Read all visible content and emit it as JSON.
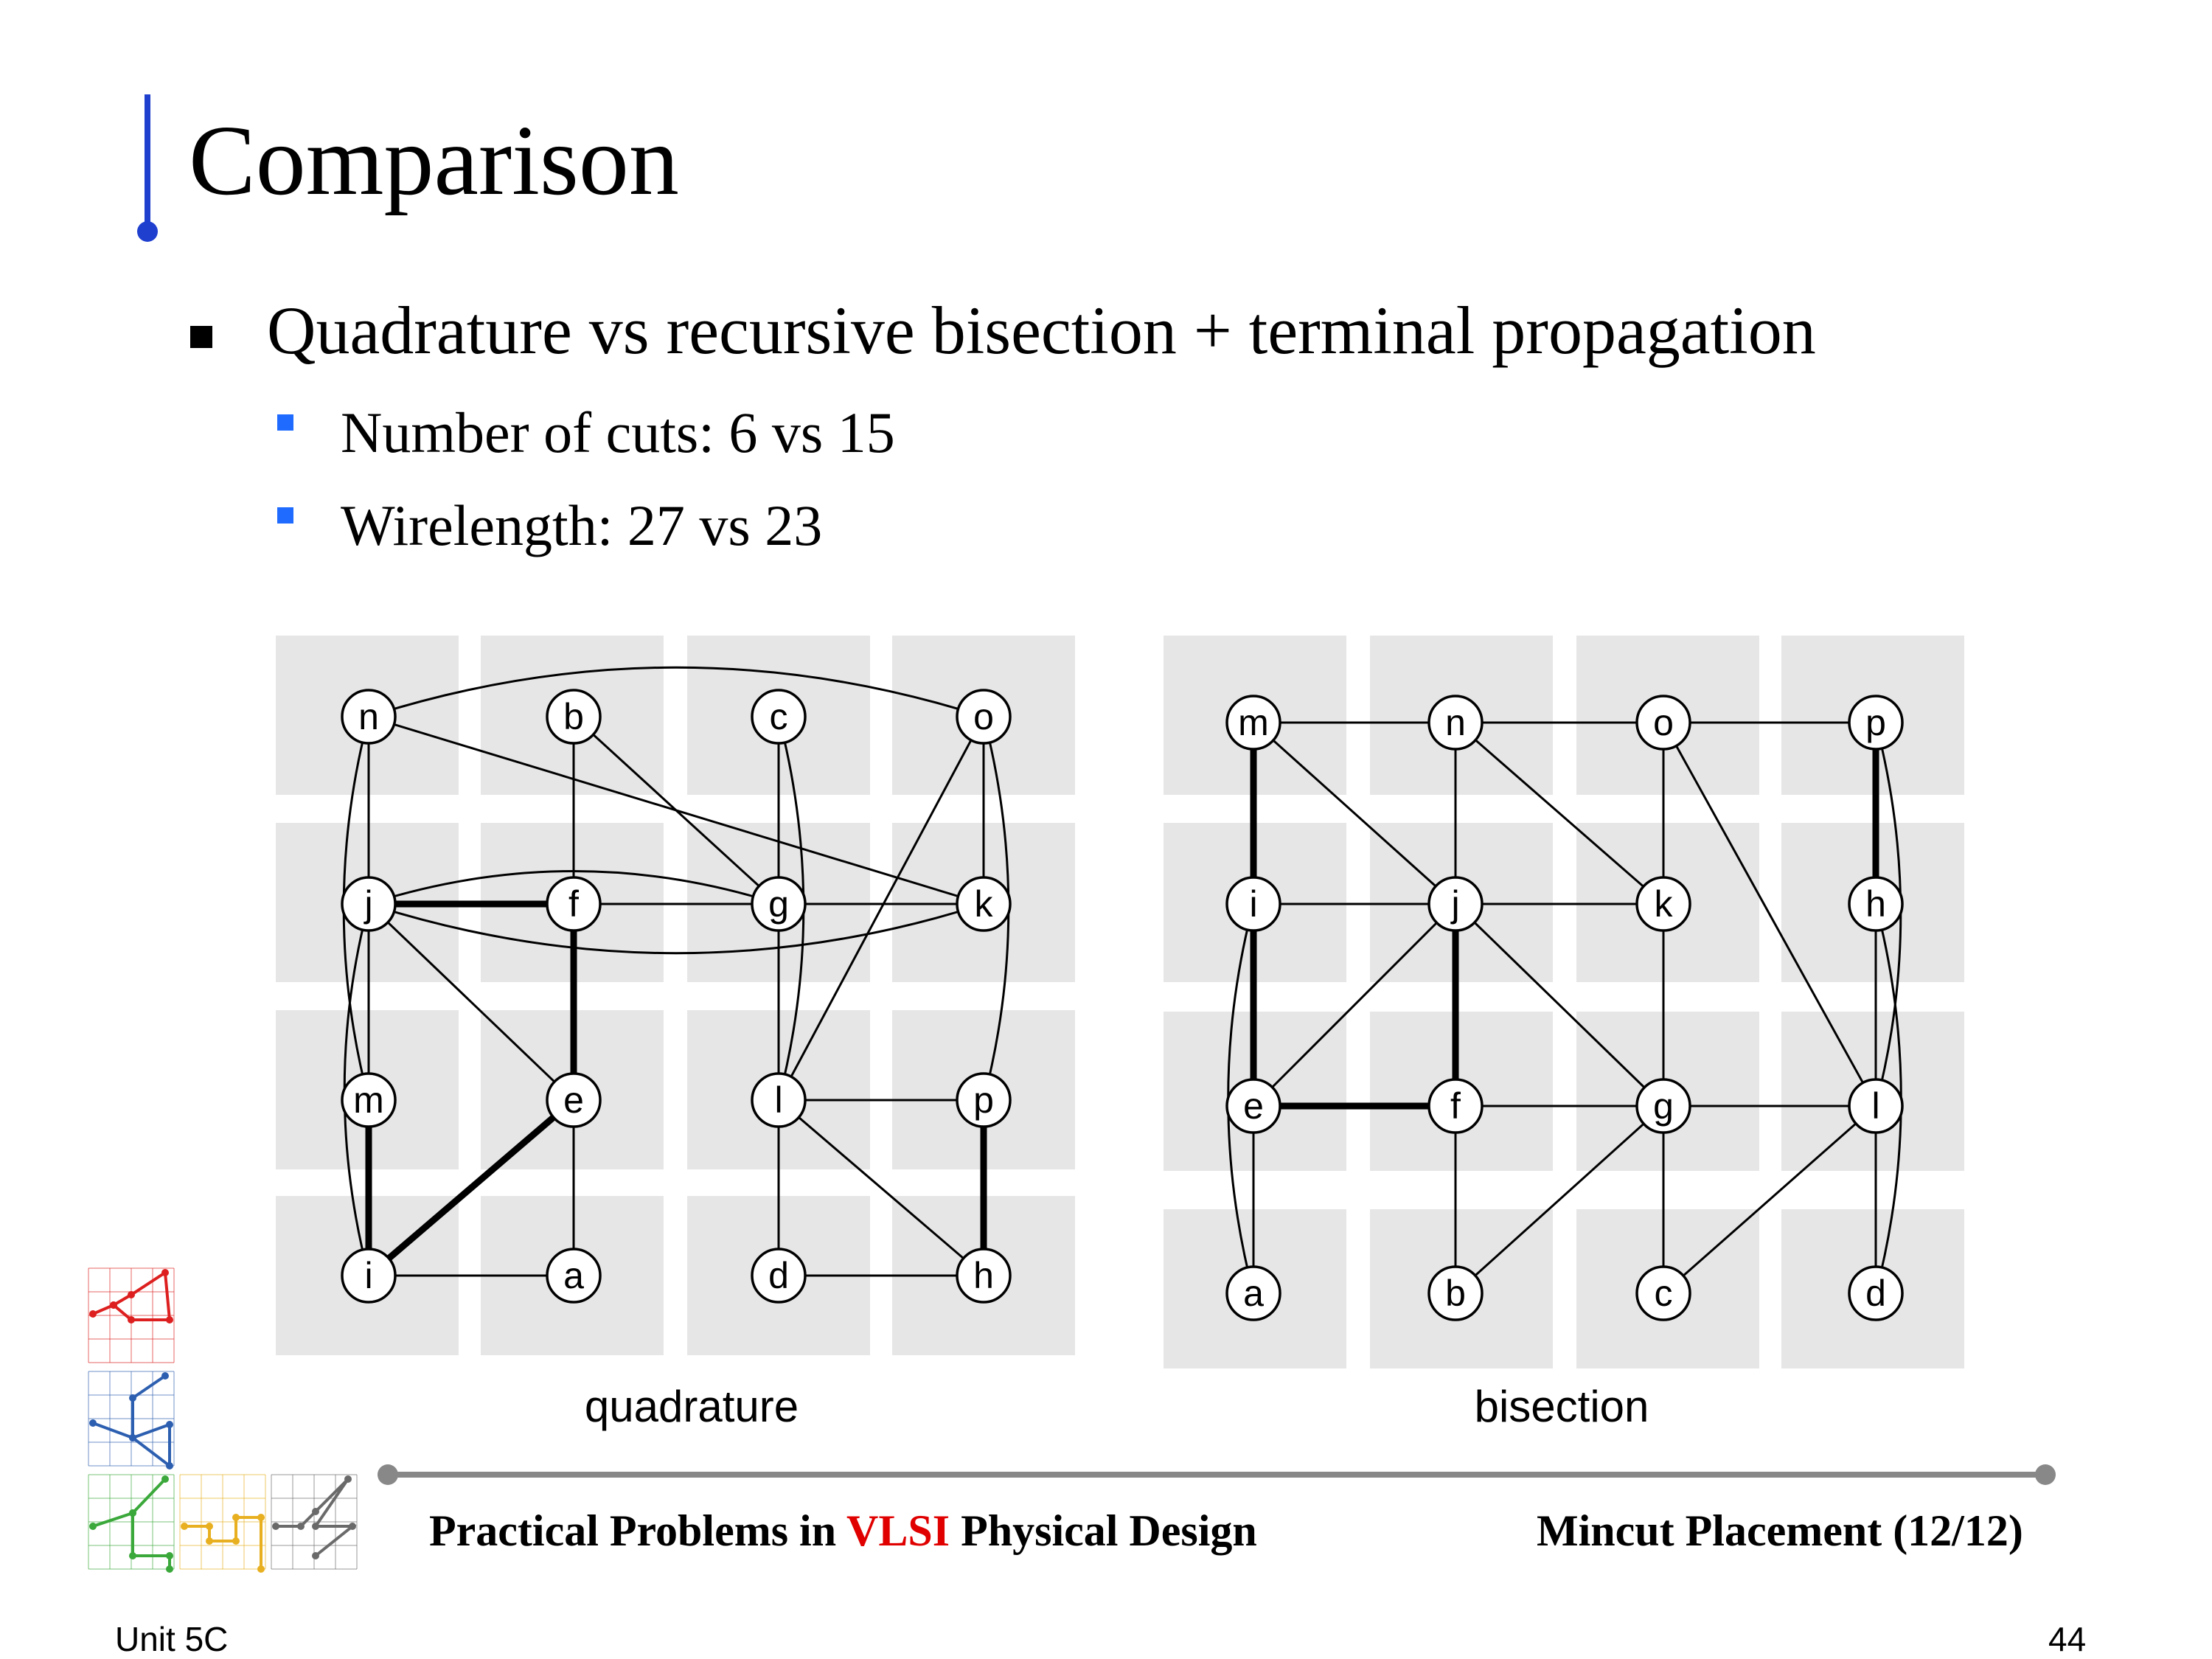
{
  "title": "Comparison",
  "bullet": "Quadrature vs recursive bisection + terminal propagation",
  "subbullets": [
    "Number of cuts: 6 vs 15",
    "Wirelength: 27 vs 23"
  ],
  "colors": {
    "accent": "#1f3fcf",
    "sub_bullet": "#1f6bff",
    "tile": "#e6e6e6",
    "rule": "#888888",
    "vlsi_red": "#e00000"
  },
  "diagrams": [
    {
      "caption": "quadrature",
      "nodes": [
        {
          "id": "n",
          "col": 0,
          "row": 0
        },
        {
          "id": "b",
          "col": 1,
          "row": 0
        },
        {
          "id": "c",
          "col": 2,
          "row": 0
        },
        {
          "id": "o",
          "col": 3,
          "row": 0
        },
        {
          "id": "j",
          "col": 0,
          "row": 1
        },
        {
          "id": "f",
          "col": 1,
          "row": 1
        },
        {
          "id": "g",
          "col": 2,
          "row": 1
        },
        {
          "id": "k",
          "col": 3,
          "row": 1
        },
        {
          "id": "m",
          "col": 0,
          "row": 2
        },
        {
          "id": "e",
          "col": 1,
          "row": 2
        },
        {
          "id": "l",
          "col": 2,
          "row": 2
        },
        {
          "id": "p",
          "col": 3,
          "row": 2
        },
        {
          "id": "i",
          "col": 0,
          "row": 3
        },
        {
          "id": "a",
          "col": 1,
          "row": 3
        },
        {
          "id": "d",
          "col": 2,
          "row": 3
        },
        {
          "id": "h",
          "col": 3,
          "row": 3
        }
      ],
      "edges": [
        [
          "n",
          "j"
        ],
        [
          "n",
          "k"
        ],
        [
          "n",
          "o",
          "arc"
        ],
        [
          "n",
          "m",
          "curve"
        ],
        [
          "b",
          "f"
        ],
        [
          "b",
          "g"
        ],
        [
          "c",
          "g"
        ],
        [
          "c",
          "l",
          "curve"
        ],
        [
          "o",
          "k"
        ],
        [
          "o",
          "l"
        ],
        [
          "o",
          "p",
          "curve"
        ],
        [
          "j",
          "f",
          "bold"
        ],
        [
          "j",
          "g",
          "arc"
        ],
        [
          "j",
          "k",
          "arcdown"
        ],
        [
          "j",
          "m"
        ],
        [
          "j",
          "e"
        ],
        [
          "j",
          "i",
          "curve"
        ],
        [
          "f",
          "g"
        ],
        [
          "f",
          "e",
          "bold"
        ],
        [
          "g",
          "k"
        ],
        [
          "g",
          "l"
        ],
        [
          "m",
          "i",
          "bold"
        ],
        [
          "e",
          "i",
          "bold"
        ],
        [
          "e",
          "a"
        ],
        [
          "l",
          "p"
        ],
        [
          "l",
          "d"
        ],
        [
          "l",
          "h"
        ],
        [
          "p",
          "h",
          "bold"
        ],
        [
          "i",
          "a"
        ],
        [
          "d",
          "h"
        ]
      ]
    },
    {
      "caption": "bisection",
      "nodes": [
        {
          "id": "m",
          "col": 0,
          "row": 0
        },
        {
          "id": "n",
          "col": 1,
          "row": 0
        },
        {
          "id": "o",
          "col": 2,
          "row": 0
        },
        {
          "id": "p",
          "col": 3,
          "row": 0
        },
        {
          "id": "i",
          "col": 0,
          "row": 1
        },
        {
          "id": "j",
          "col": 1,
          "row": 1
        },
        {
          "id": "k",
          "col": 2,
          "row": 1
        },
        {
          "id": "h",
          "col": 3,
          "row": 1
        },
        {
          "id": "e",
          "col": 0,
          "row": 2
        },
        {
          "id": "f",
          "col": 1,
          "row": 2
        },
        {
          "id": "g",
          "col": 2,
          "row": 2
        },
        {
          "id": "l",
          "col": 3,
          "row": 2
        },
        {
          "id": "a",
          "col": 0,
          "row": 3
        },
        {
          "id": "b",
          "col": 1,
          "row": 3
        },
        {
          "id": "c",
          "col": 2,
          "row": 3
        },
        {
          "id": "d",
          "col": 3,
          "row": 3
        }
      ],
      "edges": [
        [
          "m",
          "n"
        ],
        [
          "n",
          "o"
        ],
        [
          "o",
          "p"
        ],
        [
          "m",
          "i",
          "bold"
        ],
        [
          "m",
          "j"
        ],
        [
          "n",
          "j"
        ],
        [
          "n",
          "k"
        ],
        [
          "o",
          "k"
        ],
        [
          "o",
          "l"
        ],
        [
          "p",
          "h",
          "bold"
        ],
        [
          "p",
          "l",
          "curve"
        ],
        [
          "i",
          "j"
        ],
        [
          "j",
          "k"
        ],
        [
          "i",
          "e",
          "bold"
        ],
        [
          "i",
          "a",
          "curve"
        ],
        [
          "j",
          "e"
        ],
        [
          "j",
          "f",
          "bold"
        ],
        [
          "j",
          "g"
        ],
        [
          "k",
          "g"
        ],
        [
          "h",
          "l"
        ],
        [
          "h",
          "d",
          "curve"
        ],
        [
          "e",
          "f",
          "bold"
        ],
        [
          "e",
          "a"
        ],
        [
          "f",
          "g"
        ],
        [
          "f",
          "b"
        ],
        [
          "g",
          "l"
        ],
        [
          "g",
          "c"
        ],
        [
          "g",
          "b"
        ],
        [
          "l",
          "c"
        ],
        [
          "l",
          "d"
        ]
      ]
    }
  ],
  "footer": {
    "left_part1": "Practical Problems in ",
    "left_vlsi": "VLSI",
    "left_part2": " Physical Design",
    "right": "Mincut Placement (12/12)"
  },
  "unit": "Unit 5C",
  "page_number": "44"
}
